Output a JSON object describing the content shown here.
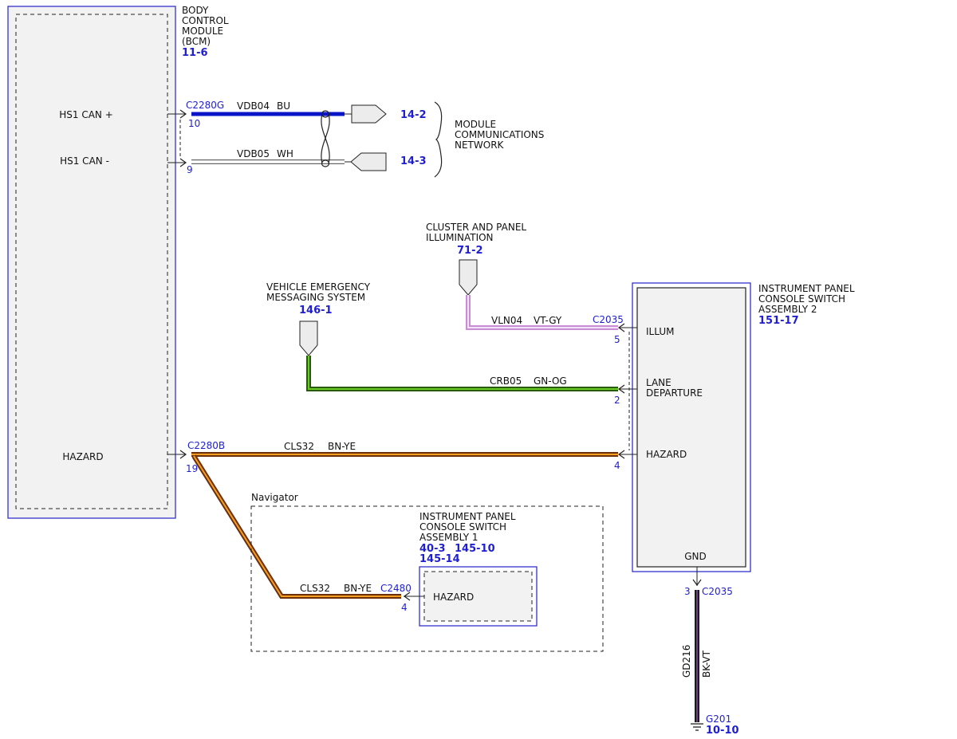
{
  "bcm": {
    "name_lines": [
      "BODY",
      "CONTROL",
      "MODULE",
      "(BCM)"
    ],
    "ref": "11-6",
    "pins": {
      "hs1_can_plus": "HS1 CAN +",
      "hs1_can_minus": "HS1 CAN -",
      "hazard": "HAZARD"
    }
  },
  "can_bus": {
    "connector": "C2280G",
    "pin_plus": "10",
    "pin_minus": "9",
    "wire_plus": {
      "circuit": "VDB04",
      "color": "BU"
    },
    "wire_minus": {
      "circuit": "VDB05",
      "color": "WH"
    },
    "ref_plus": "14-2",
    "ref_minus": "14-3",
    "network_lines": [
      "MODULE",
      "COMMUNICATIONS",
      "NETWORK"
    ]
  },
  "cluster_illum": {
    "name_lines": [
      "CLUSTER AND PANEL",
      "ILLUMINATION"
    ],
    "ref": "71-2",
    "wire": {
      "circuit": "VLN04",
      "color": "VT-GY"
    }
  },
  "vems": {
    "name_lines": [
      "VEHICLE EMERGENCY",
      "MESSAGING SYSTEM"
    ],
    "ref": "146-1",
    "wire": {
      "circuit": "CRB05",
      "color": "GN-OG"
    }
  },
  "ipcs2": {
    "name_lines": [
      "INSTRUMENT PANEL",
      "CONSOLE SWITCH",
      "ASSEMBLY 2"
    ],
    "ref": "151-17",
    "connector": "C2035",
    "pins": {
      "illum": "ILLUM",
      "lane_1": "LANE",
      "lane_2": "DEPARTURE",
      "hazard": "HAZARD",
      "gnd": "GND"
    },
    "pin_numbers": {
      "illum": "5",
      "lane": "2",
      "hazard": "4",
      "gnd": "3"
    }
  },
  "hazard_circuit": {
    "connector": "C2280B",
    "pin": "19",
    "wire": {
      "circuit": "CLS32",
      "color": "BN-YE"
    }
  },
  "navigator": {
    "label": "Navigator",
    "module_name_lines": [
      "INSTRUMENT PANEL",
      "CONSOLE SWITCH",
      "ASSEMBLY 1"
    ],
    "refs": [
      "40-3",
      "145-10",
      "145-14"
    ],
    "connector": "C2480",
    "pin": "4",
    "pin_label": "HAZARD",
    "wire": {
      "circuit": "CLS32",
      "color": "BN-YE"
    }
  },
  "ground": {
    "connector": "C2035",
    "pin": "3",
    "wire": {
      "circuit": "GD216",
      "color": "BK-VT"
    },
    "ground_id": "G201",
    "ref": "10-10"
  }
}
